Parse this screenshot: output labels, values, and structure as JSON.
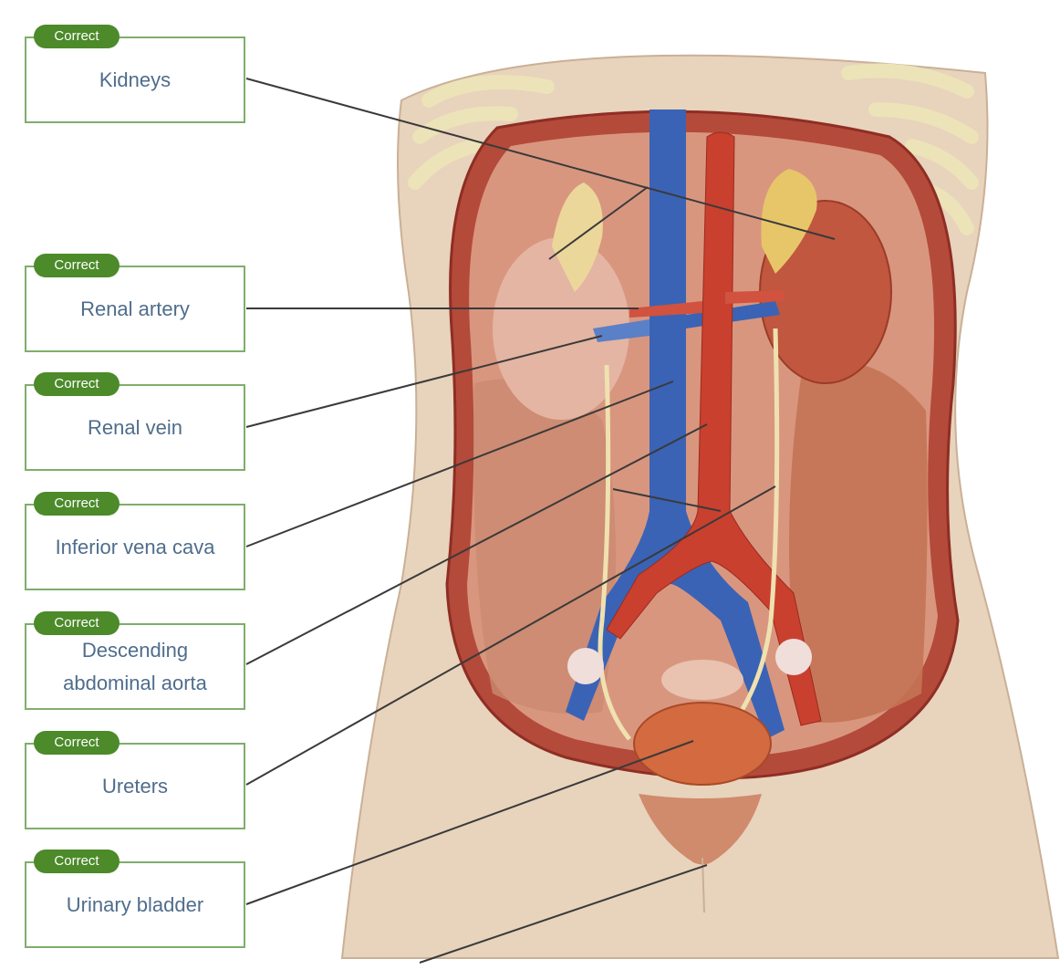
{
  "badge_text": "Correct",
  "labels": [
    {
      "text": "Kidneys"
    },
    {
      "text": "Renal artery"
    },
    {
      "text": "Renal vein"
    },
    {
      "text": "Inferior vena cava"
    },
    {
      "text": "Descending\nabdominal aorta"
    },
    {
      "text": "Ureters"
    },
    {
      "text": "Urinary bladder"
    }
  ],
  "colors": {
    "box_border": "#7fae6b",
    "badge": "#4c8a2a",
    "label_text": "#4f6d8c",
    "leader_line": "#3a3a3a",
    "skin": "#e8d3bc",
    "vein": "#3a63b5",
    "artery": "#c9402f",
    "muscle": "#c8745a",
    "kidney": "#c0573e",
    "adrenal": "#e7c66a",
    "bladder": "#d46a3f"
  }
}
